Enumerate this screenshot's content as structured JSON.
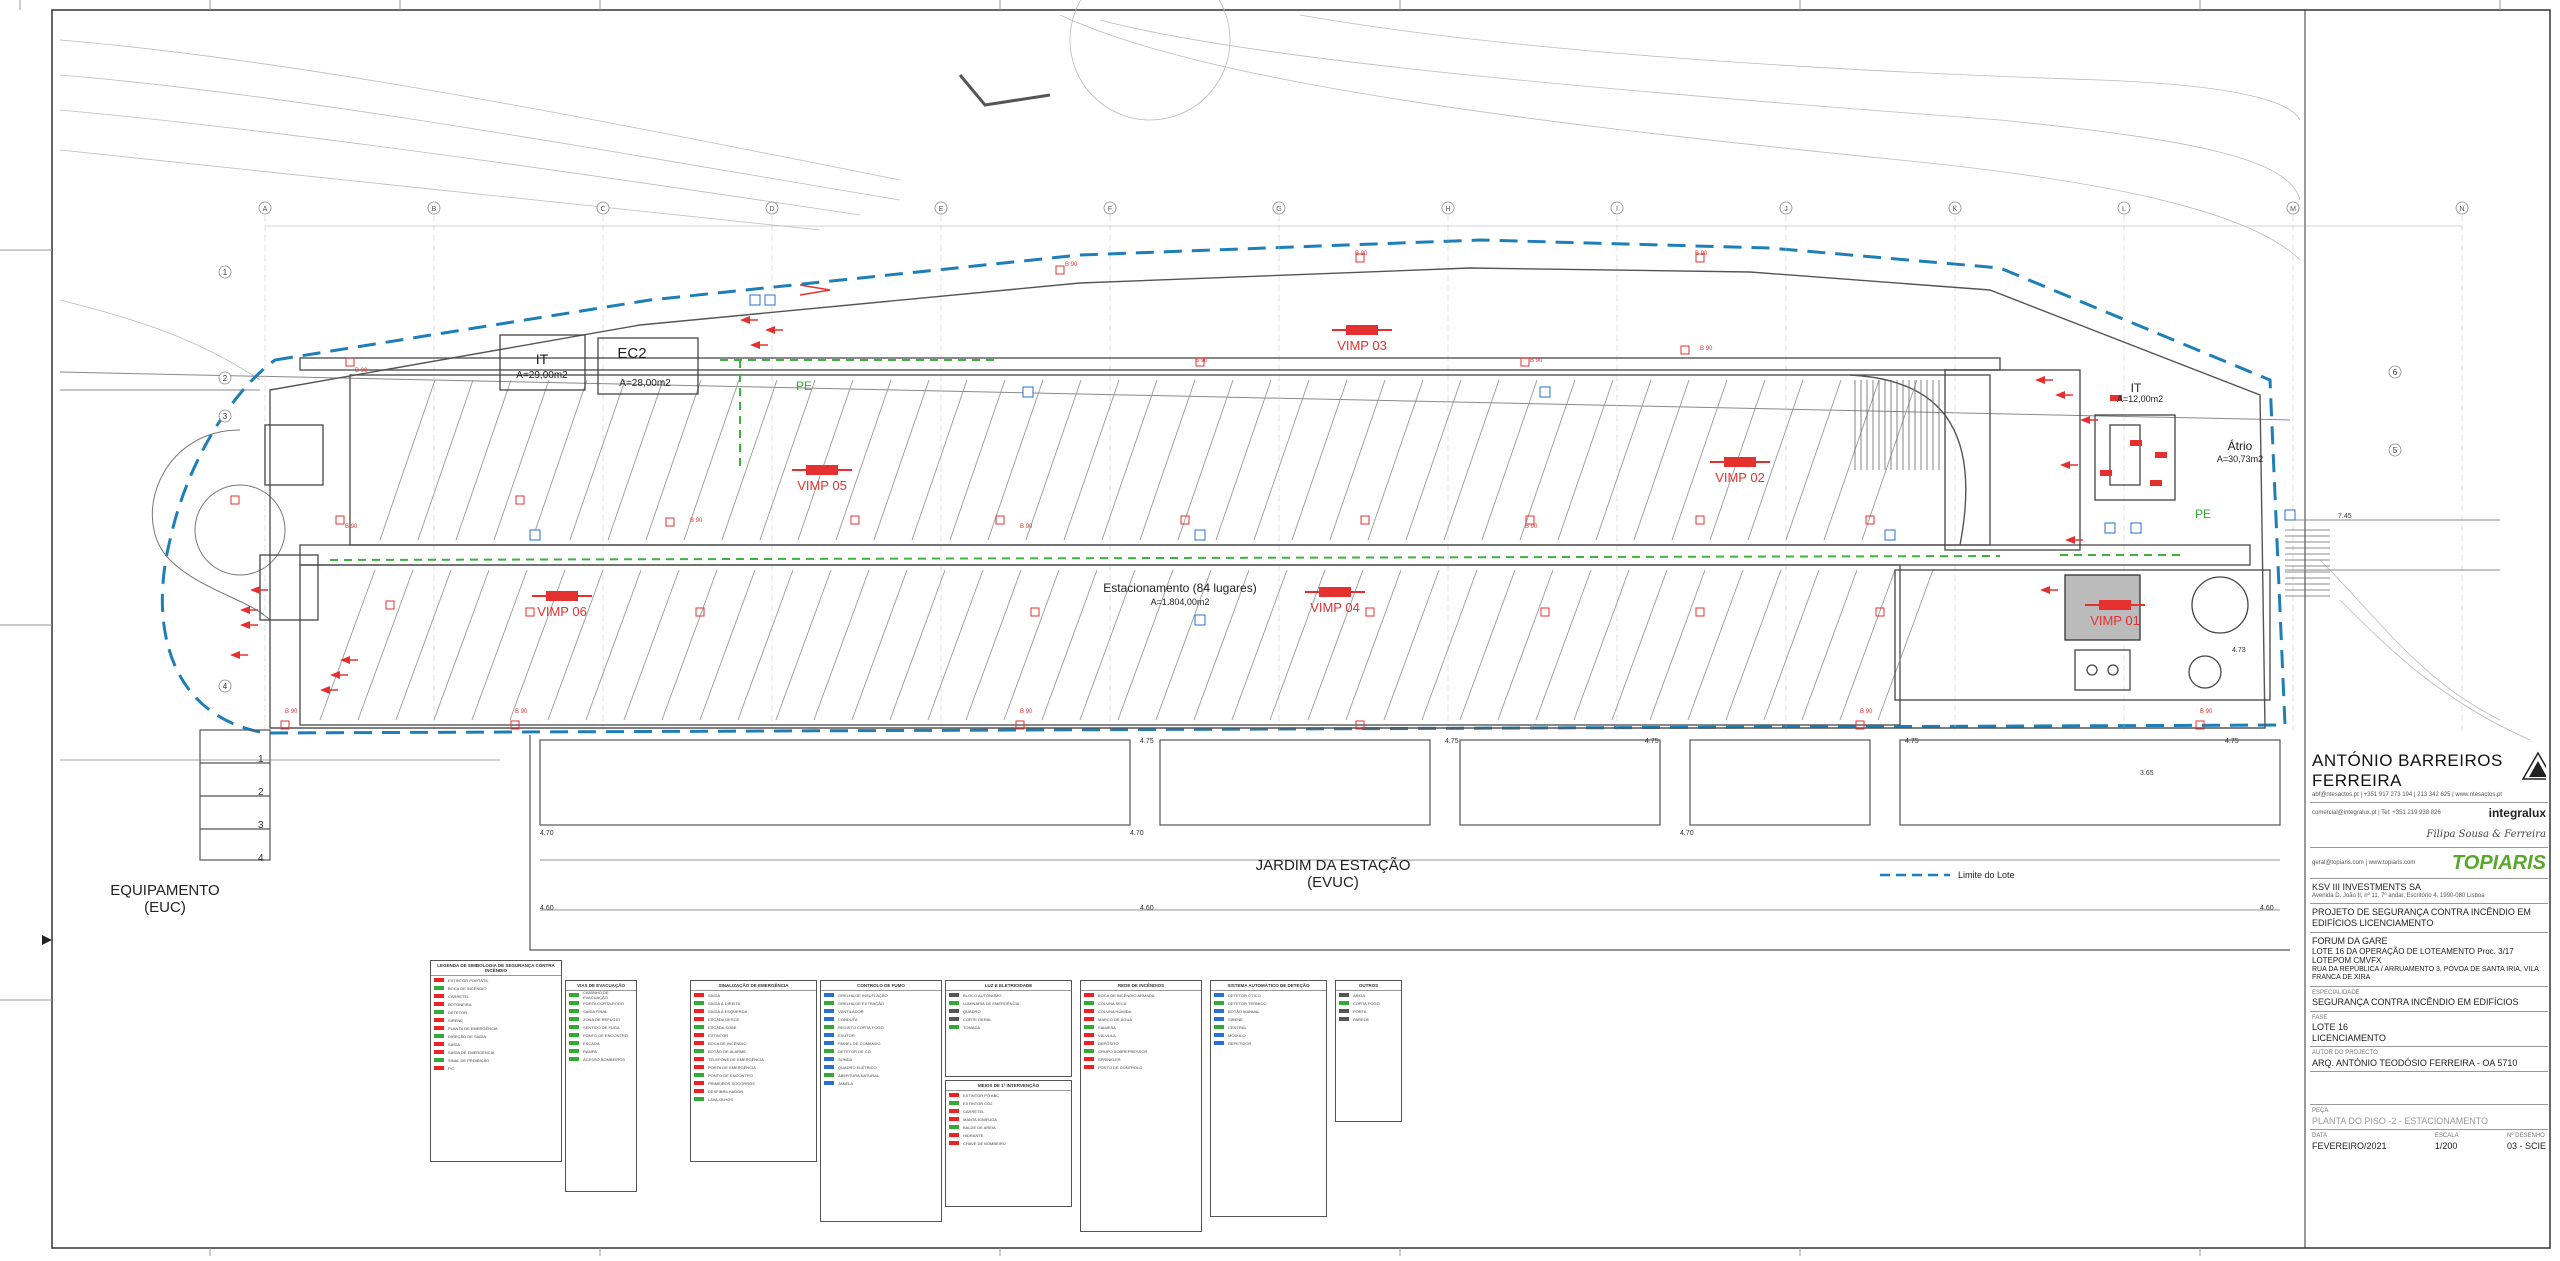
{
  "drawing": {
    "room_labels": {
      "it_left": "IT",
      "it_left_area": "A=29,00m2",
      "ec2": "EC2",
      "ec2_area": "A=28,00m2",
      "it_right": "IT",
      "it_right_area": "A=12,00m2",
      "atrio": "Átrio",
      "atrio_area": "A=30,73m2",
      "parking": "Estacionamento (84 lugares)",
      "parking_area": "A=1.804,00m2",
      "pe": "PE"
    },
    "vimp_labels": [
      "VIMP 01",
      "VIMP 02",
      "VIMP 03",
      "VIMP 04",
      "VIMP 05",
      "VIMP 06"
    ],
    "zone_labels": {
      "equipamento": "EQUIPAMENTO",
      "equipamento_code": "(EUC)",
      "jardim": "JARDIM DA ESTAÇÃO",
      "jardim_code": "(EVUC)",
      "limite": "Limite do Lote"
    },
    "grid_letters": [
      "A",
      "B",
      "C",
      "D",
      "E",
      "F",
      "G",
      "H",
      "I",
      "J",
      "K",
      "L",
      "M",
      "N"
    ],
    "row_numbers": [
      "1",
      "2",
      "3",
      "4",
      "5",
      "6"
    ],
    "stair_numbers": [
      "1",
      "2",
      "3",
      "4"
    ],
    "dimensions": [
      "4.75",
      "4.75",
      "4.75",
      "4.75",
      "4.75",
      "4.73",
      "4.70",
      "4.70",
      "4.70",
      "4.60",
      "4.60",
      "4.60",
      "3.65",
      "7.45"
    ],
    "sign_text": "B 90"
  },
  "legend": {
    "boxes": [
      {
        "title": "LEGENDA DE SIMBOLOGIA DE SEGURANÇA CONTRA INCÊNDIO",
        "items": [
          "EXTINTOR PORTÁTIL",
          "BOCA DE INCÊNDIO",
          "CARRETEL",
          "BOTONEIRA",
          "DETETOR",
          "SIRENE",
          "PLANTA DE EMERGÊNCIA",
          "DIREÇÃO DE SAÍDA",
          "SAÍDA",
          "SAÍDA DE EMERGÊNCIA",
          "SINAL DE PROIBIÇÃO",
          "P.C."
        ]
      },
      {
        "title": "VIAS DE EVACUAÇÃO",
        "items": [
          "CAMINHO DE EVACUAÇÃO",
          "PORTA CORTA-FOGO",
          "SAÍDA FINAL",
          "ZONA DE REFÚGIO",
          "SENTIDO DE FUGA",
          "PONTO DE ENCONTRO",
          "ESCADA",
          "RAMPA",
          "ACESSO BOMBEIROS"
        ]
      },
      {
        "title": "SINALIZAÇÃO DE EMERGÊNCIA",
        "items": [
          "SAÍDA",
          "SAÍDA À DIREITA",
          "SAÍDA À ESQUERDA",
          "ESCADA DESCE",
          "ESCADA SOBE",
          "EXTINTOR",
          "BOCA DE INCÊNDIO",
          "BOTÃO DE ALARME",
          "TELEFONE DE EMERGÊNCIA",
          "PORTA DE EMERGÊNCIA",
          "PONTO DE ENCONTRO",
          "PRIMEIROS SOCORROS",
          "DESFIBRILHADOR",
          "LAVA-OLHOS"
        ]
      },
      {
        "title": "CONTROLO DE FUMO",
        "items": [
          "GRELHA DE INSUFLAÇÃO",
          "GRELHA DE EXTRAÇÃO",
          "VENTILADOR",
          "CONDUTA",
          "REGISTO CORTA-FOGO",
          "EXUTOR",
          "PAINEL DE COMANDO",
          "DETETOR DE CO",
          "SONDA",
          "QUADRO ELÉTRICO",
          "ABERTURA NATURAL",
          "JANELA"
        ]
      },
      {
        "title": "LUZ E ELETRICIDADE",
        "items": [
          "BLOCO AUTÓNOMO",
          "LUMINÁRIA DE EMERGÊNCIA",
          "QUADRO",
          "CORTE GERAL",
          "TOMADA"
        ]
      },
      {
        "title": "MEIOS DE 1ª INTERVENÇÃO",
        "items": [
          "EXTINTOR PÓ ABC",
          "EXTINTOR CO2",
          "CARRETEL",
          "MANTA IGNÍFUGA",
          "BALDE DE AREIA",
          "HIDRANTE",
          "CHAVE DE BOMBEIRO"
        ]
      },
      {
        "title": "REDE DE INCÊNDIOS",
        "items": [
          "BOCA DE INCÊNDIO ARMADA",
          "COLUNA SECA",
          "COLUNA HÚMIDA",
          "MARCO DE ÁGUA",
          "SIAMESA",
          "VÁLVULA",
          "DEPÓSITO",
          "GRUPO SOBREPRESSOR",
          "SPRINKLER",
          "POSTO DE CONTROLO"
        ]
      },
      {
        "title": "SISTEMA AUTOMÁTICO DE DETEÇÃO",
        "items": [
          "DETETOR ÓTICO",
          "DETETOR TÉRMICO",
          "BOTÃO MANUAL",
          "SIRENE",
          "CENTRAL",
          "MÓDULO",
          "REPETIDOR"
        ]
      },
      {
        "title": "OUTROS",
        "items": [
          "AREIA",
          "CORTA-FOGO",
          "PORTA",
          "PAREDE"
        ]
      }
    ]
  },
  "title_block": {
    "architect": "ANTÓNIO BARREIROS FERREIRA",
    "architect_contacts": "abf@ntesactos.pt | +351 917 273 194 | 213 342 625 | www.ntesactos.pt",
    "engineering_logo": "integralux",
    "engineering_contacts": "comercial@integralux.pt | Tel: +351 219 938 826",
    "signature": "Filipa Sousa & Ferreira",
    "consultant_logo": "TOPIARIS",
    "consultant_contacts": "geral@topiaris.com | www.topiaris.com",
    "client": "KSV III INVESTMENTS SA",
    "client_address": "Avenida D. João II, nº 11, 7º andar, Escritório 4, 1990-080 Lisboa",
    "project_type": "PROJETO DE SEGURANÇA CONTRA INCÊNDIO EM EDIFÍCIOS LICENCIAMENTO",
    "project_name": "FORUM DA GARE",
    "project_lot": "LOTE 16 DA OPERAÇÃO DE LOTEAMENTO Proc. 3/17 LOTEPOM CMVFX",
    "project_address": "RUA DA REPÚBLICA / ARRUAMENTO 3, PÓVOA DE SANTA IRIA, VILA FRANCA DE XIRA",
    "speciality_label": "ESPECIALIDADE",
    "speciality": "SEGURANÇA CONTRA INCÊNDIO EM EDIFÍCIOS",
    "phase_label": "FASE",
    "phase": "LOTE 16",
    "phase_sub": "LICENCIAMENTO",
    "author_label": "AUTOR DO PROJECTO",
    "author": "ARQ. ANTÓNIO TEODÓSIO FERREIRA - OA 5710",
    "drawing_label": "PEÇA",
    "drawing": "PLANTA DO PISO -2 - ESTACIONAMENTO",
    "date_label": "DATA",
    "date": "FEVEREIRO/2021",
    "scale_label": "ESCALA",
    "scale": "1/200",
    "sheet_label": "Nº DESENHO",
    "sheet": "03 - SCIE"
  }
}
